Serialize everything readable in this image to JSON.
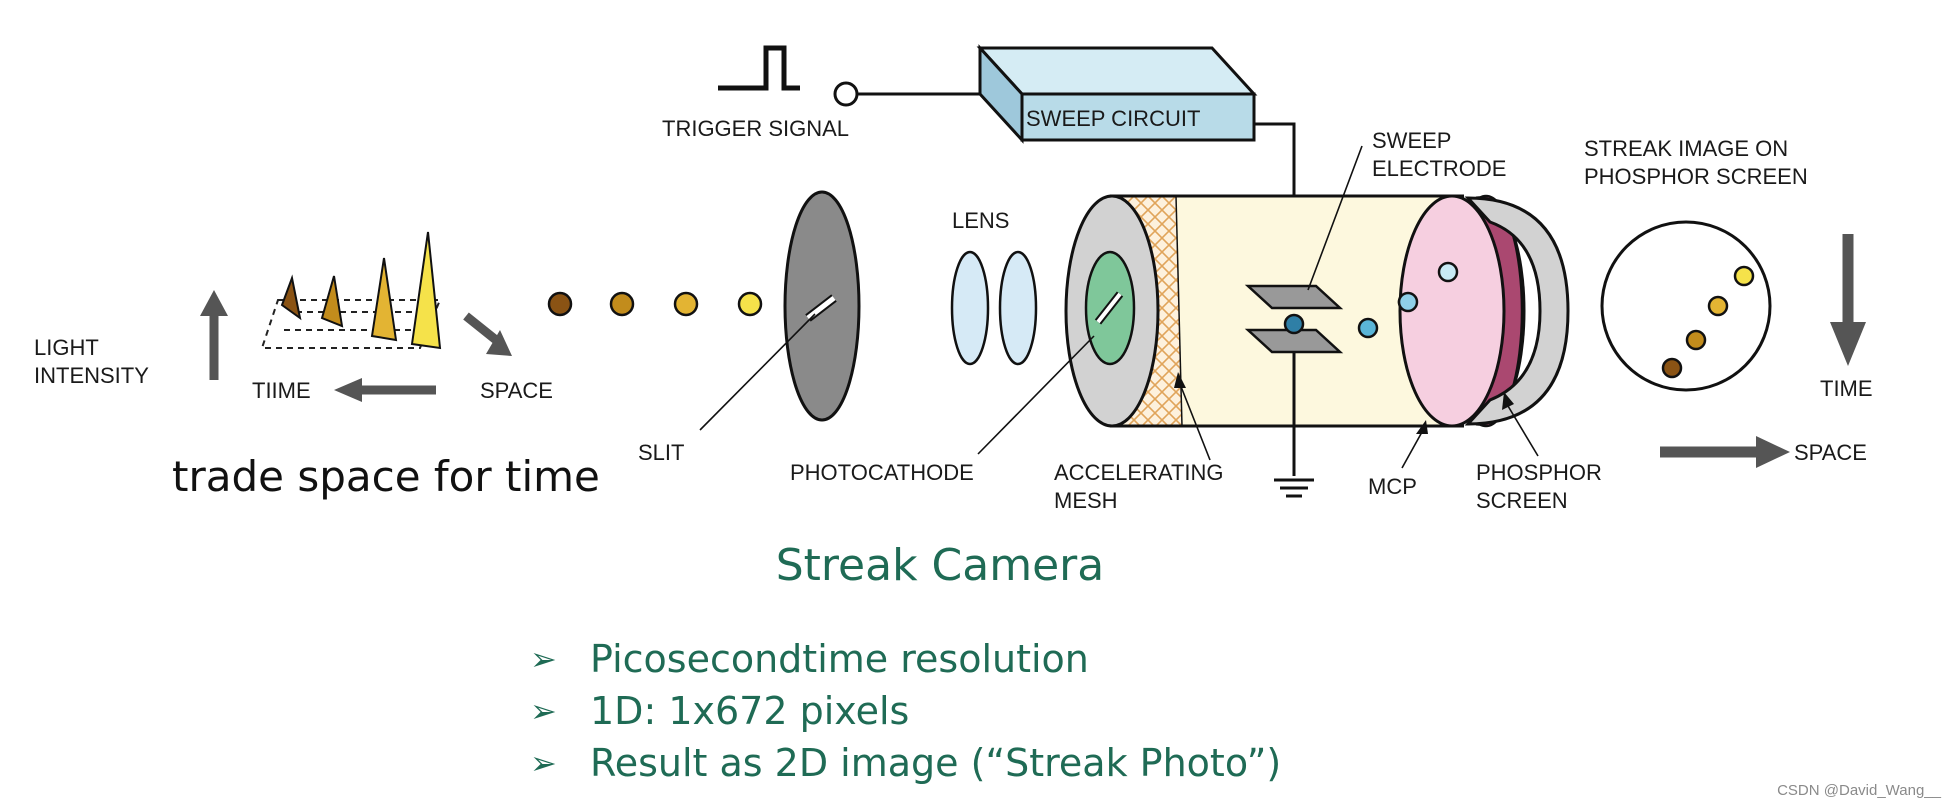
{
  "labels": {
    "light_intensity_1": "LIGHT",
    "light_intensity_2": "INTENSITY",
    "tiime": "TIIME",
    "space_left": "SPACE",
    "trigger_signal": "TRIGGER SIGNAL",
    "sweep_circuit": "SWEEP CIRCUIT",
    "lens": "LENS",
    "slit": "SLIT",
    "photocathode": "PHOTOCATHODE",
    "accelerating_1": "ACCELERATING",
    "accelerating_2": "MESH",
    "sweep_electrode_1": "SWEEP",
    "sweep_electrode_2": "ELECTRODE",
    "mcp": "MCP",
    "phosphor_1": "PHOSPHOR",
    "phosphor_2": "SCREEN",
    "streak_image_1": "STREAK IMAGE ON",
    "streak_image_2": "PHOSPHOR SCREEN",
    "time_right": "TIME",
    "space_right": "SPACE"
  },
  "tagline": "trade space for time",
  "title": "Streak Camera",
  "bullets": [
    "Picosecondtime resolution",
    "1D: 1x672 pixels",
    "Result as 2D image (“Streak Photo”)"
  ],
  "bullet_marker": "➢",
  "watermark": "CSDN @David_Wang__",
  "colors": {
    "title": "#1f6b55",
    "sweep_box": "#b8dbe8",
    "tube_body": "#fdf8de",
    "mcp": "#f6cfe0",
    "photocathode": "#7fc79a"
  }
}
